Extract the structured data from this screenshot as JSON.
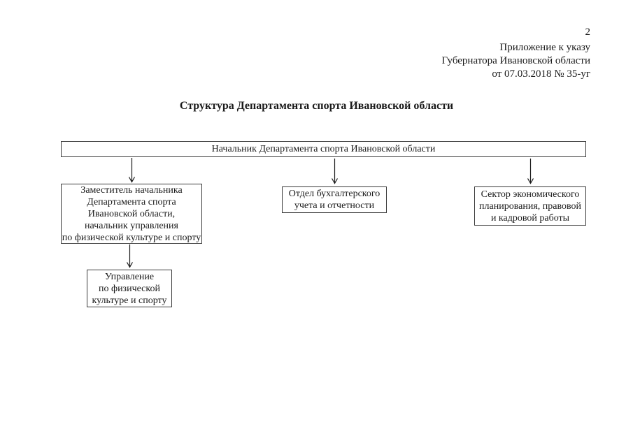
{
  "page": {
    "number": "2",
    "header_lines": [
      "Приложение к указу",
      "Губернатора Ивановской области",
      "от 07.03.2018 № 35-уг"
    ],
    "title": "Структура Департамента спорта Ивановской области"
  },
  "diagram": {
    "boxes": {
      "head": {
        "lines": [
          "Начальник Департамента спорта Ивановской области"
        ]
      },
      "deputy": {
        "lines": [
          "Заместитель начальника",
          "Департамента спорта",
          "Ивановской области,",
          "начальник управления",
          "по физической культуре и спорту"
        ]
      },
      "accounting": {
        "lines": [
          "Отдел бухгалтерского",
          "учета и отчетности"
        ]
      },
      "economics": {
        "lines": [
          "Сектор экономического",
          "планирования, правовой",
          "и кадровой работы"
        ]
      },
      "directorate": {
        "lines": [
          "Управление",
          "по физической",
          "культуре и спорту"
        ]
      }
    },
    "colors": {
      "ink": "#1a1a1a",
      "box_border": "#3a3a3a",
      "background": "#ffffff"
    }
  }
}
